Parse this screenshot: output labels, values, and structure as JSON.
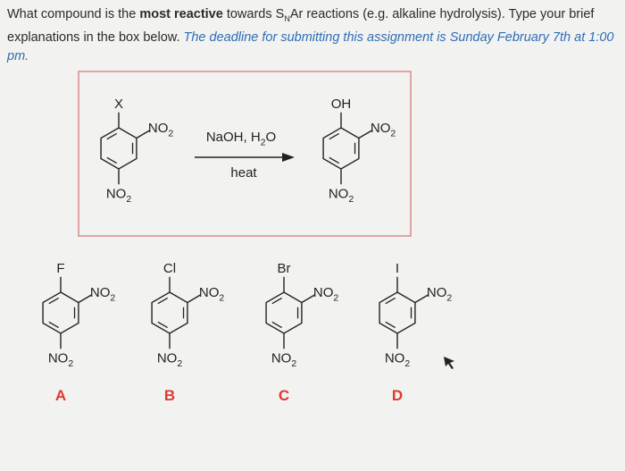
{
  "question": {
    "text_before_bold": "What compound is the ",
    "bold": "most reactive",
    "text_after_bold": " towards S",
    "snar_sub": "N",
    "text_after_snar": "Ar reactions (e.g. alkaline hydrolysis). Type your brief explanations in the box below. ",
    "deadline": "The deadline for submitting this assignment is Sunday February 7th at 1:00 pm."
  },
  "example_reaction": {
    "reactant_substituent": "X",
    "reactant_ortho": "NO2",
    "reactant_para": "NO2",
    "reagents": "NaOH, H2O",
    "condition": "heat",
    "product_substituent": "OH",
    "product_ortho": "NO2",
    "product_para": "NO2"
  },
  "compounds": [
    {
      "halogen": "F",
      "ortho": "NO2",
      "para": "NO2",
      "letter": "A"
    },
    {
      "halogen": "Cl",
      "ortho": "NO2",
      "para": "NO2",
      "letter": "B"
    },
    {
      "halogen": "Br",
      "ortho": "NO2",
      "para": "NO2",
      "letter": "C"
    },
    {
      "halogen": "I",
      "ortho": "NO2",
      "para": "NO2",
      "letter": "D"
    }
  ],
  "colors": {
    "box_border": "#d98a8a",
    "letter_red": "#e03a2f",
    "deadline_blue": "#2f6db5",
    "background": "#f2f2f0"
  },
  "icons": {
    "cursor": "mouse-cursor-icon"
  }
}
